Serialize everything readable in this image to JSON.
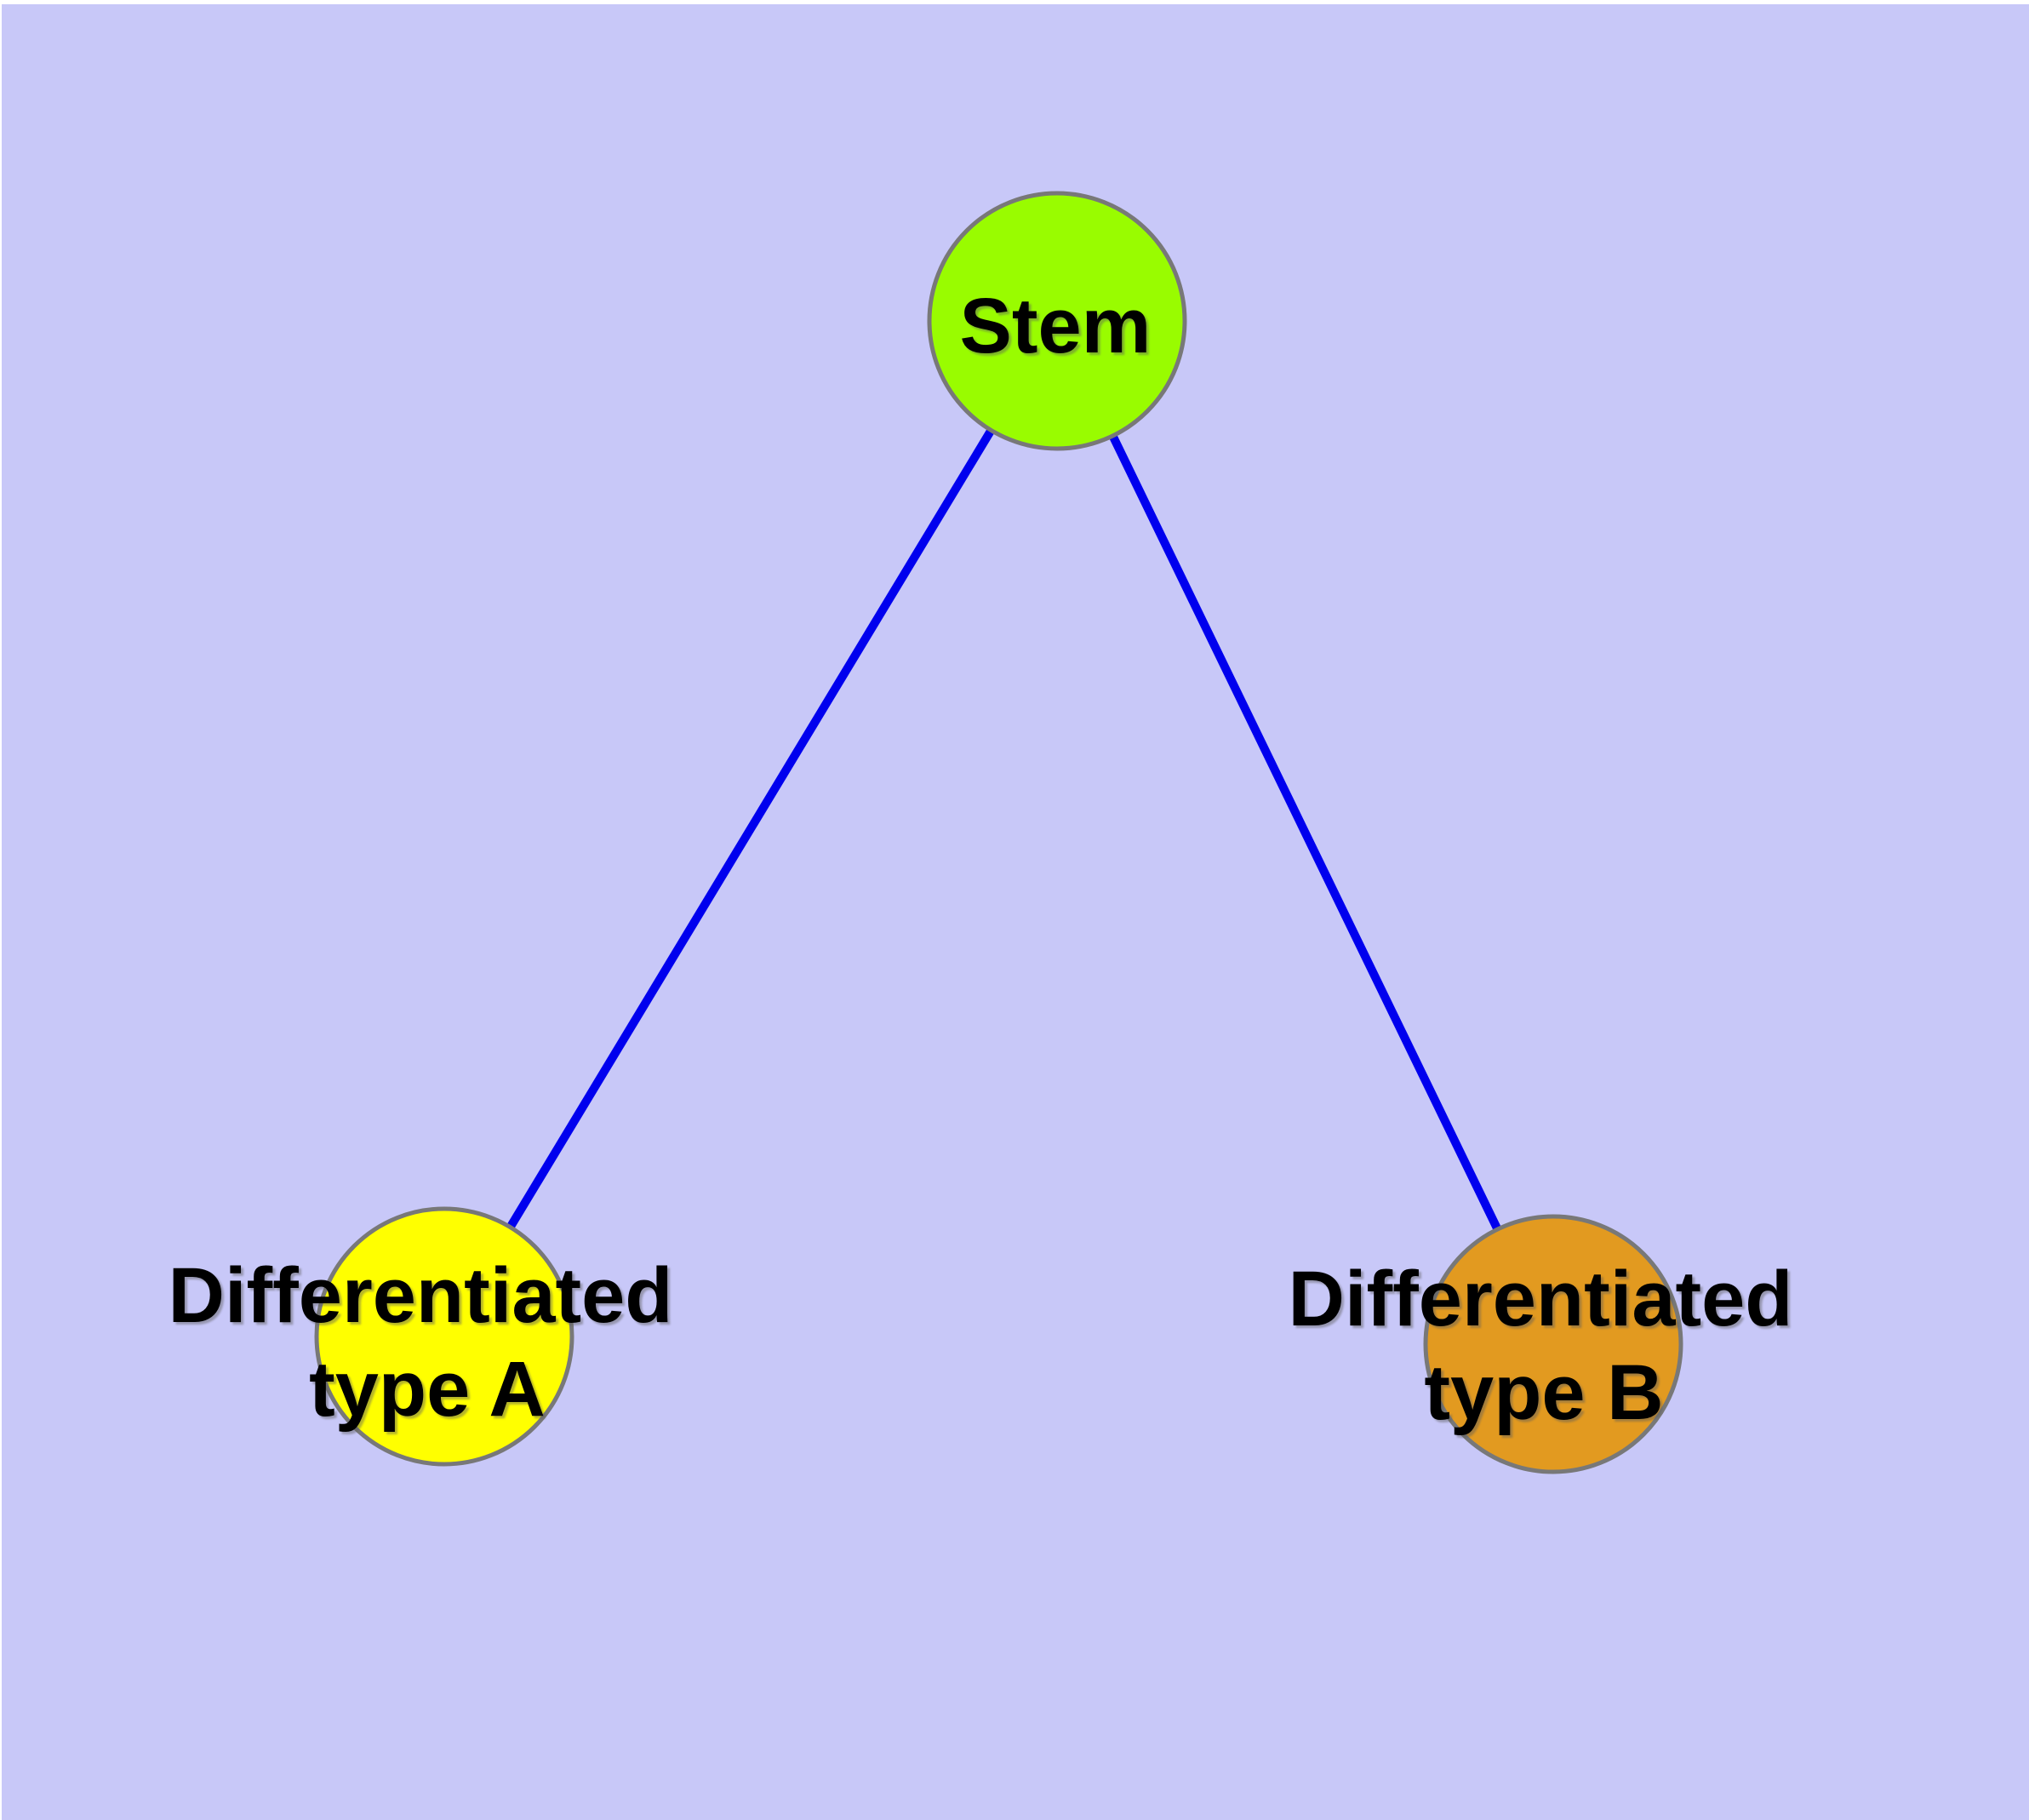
{
  "diagram": {
    "background_color": "#c8c8f8",
    "edge_color": "#0000ee",
    "node_border_color": "#787878",
    "label_color": "#000000",
    "nodes": [
      {
        "id": "stem",
        "label": "Stem",
        "fill": "#99fc00"
      },
      {
        "id": "differentiated-type-a",
        "label_line1": "Differentiated",
        "label_line2": "type A",
        "fill": "#ffff00"
      },
      {
        "id": "differentiated-type-b",
        "label_line1": "Differentiated",
        "label_line2": "type B",
        "fill": "#e29a20"
      }
    ],
    "edges": [
      {
        "from": "Stem",
        "to": "Differentiated type A"
      },
      {
        "from": "Stem",
        "to": "Differentiated type B"
      }
    ]
  }
}
